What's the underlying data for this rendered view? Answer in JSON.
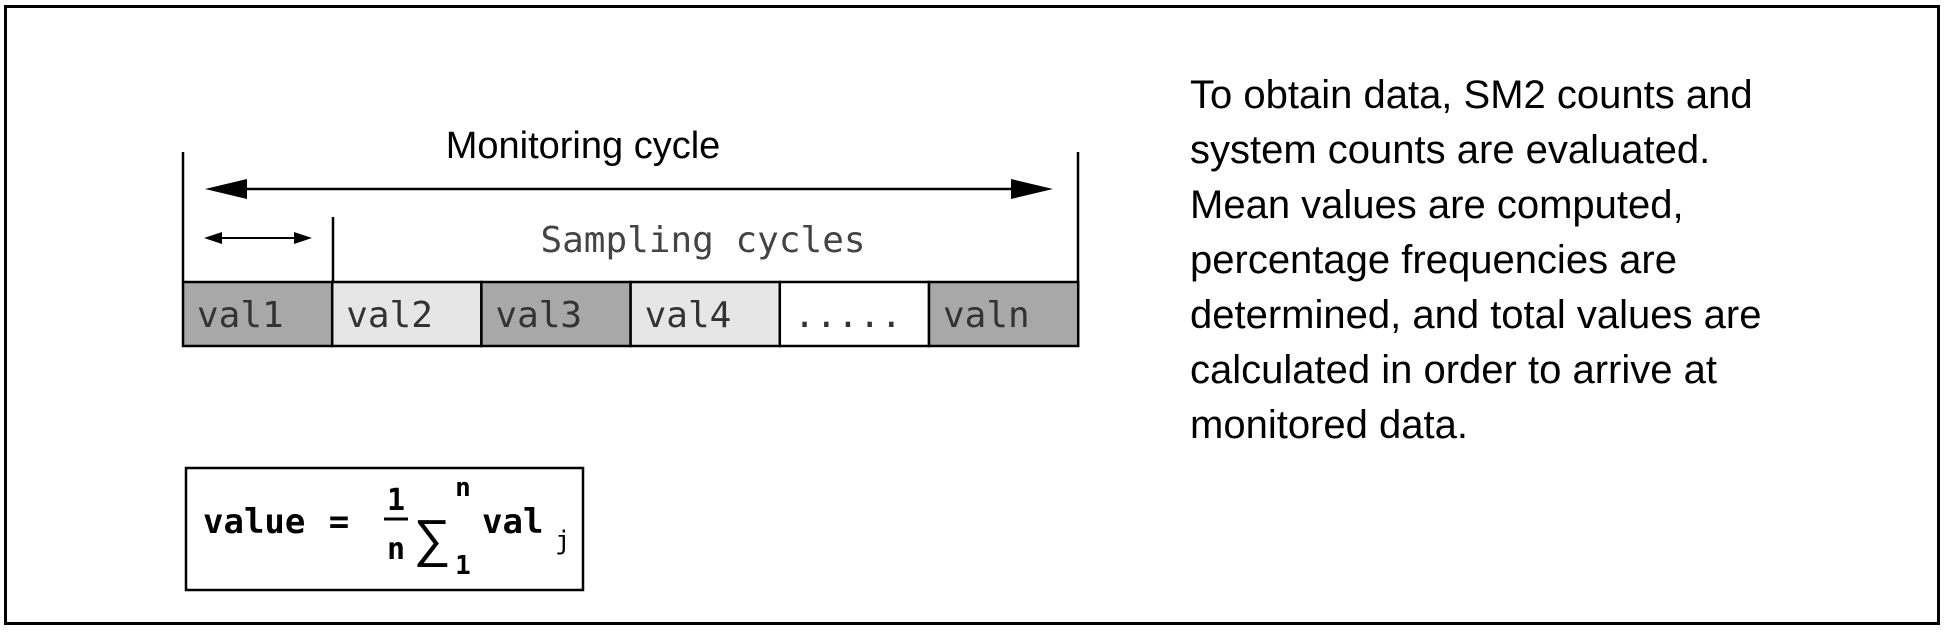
{
  "diagram": {
    "monitoring_label": "Monitoring cycle",
    "sampling_label": "Sampling cycles",
    "cells": [
      {
        "label": "val1",
        "fill": "#a8a8a8"
      },
      {
        "label": "val2",
        "fill": "#e6e6e6"
      },
      {
        "label": "val3",
        "fill": "#a8a8a8"
      },
      {
        "label": "val4",
        "fill": "#e6e6e6"
      },
      {
        "label": ".....",
        "fill": "#ffffff"
      },
      {
        "label": "valn",
        "fill": "#a8a8a8"
      }
    ],
    "formula": {
      "lhs": "value",
      "eq": "=",
      "numerator": "1",
      "denominator": "n",
      "sum": "∑",
      "upper": "n",
      "lower": "1",
      "term": "val",
      "subscript": "j"
    }
  },
  "description": {
    "lines": [
      "To obtain data, SM2 counts and",
      "system counts are evaluated.",
      "Mean values are computed,",
      "percentage frequencies are",
      "determined, and total values are",
      "calculated in order to arrive at",
      "monitored data."
    ]
  }
}
